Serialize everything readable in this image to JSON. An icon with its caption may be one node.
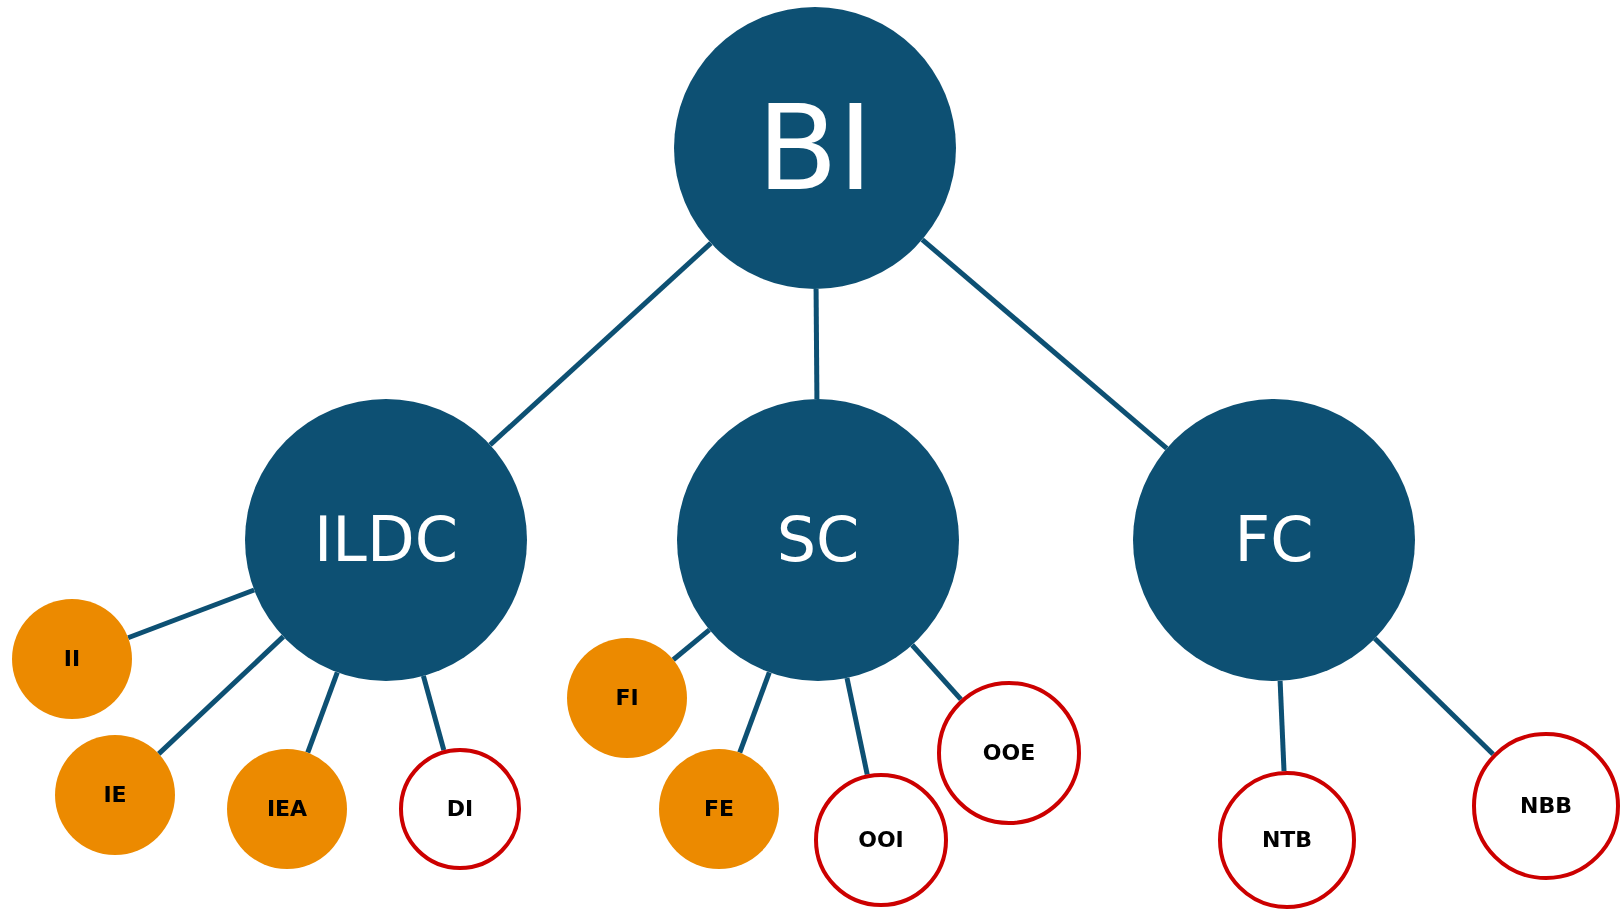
{
  "diagram": {
    "nodes": [
      {
        "text": [
          "BI"
        ]
      },
      {
        "text": [
          "ILDC"
        ]
      },
      {
        "text": [
          "SC"
        ]
      },
      {
        "text": [
          "FC"
        ]
      },
      {
        "text": [
          "II"
        ]
      },
      {
        "text": [
          "IE"
        ]
      },
      {
        "text": [
          "IEA"
        ]
      },
      {
        "text": [
          "DI"
        ]
      },
      {
        "text": [
          "FI"
        ]
      },
      {
        "text": [
          "FE"
        ]
      },
      {
        "text": [
          "OOI"
        ]
      },
      {
        "text": [
          "OOE"
        ]
      },
      {
        "text": [
          "NTB"
        ]
      },
      {
        "text": [
          "NBB"
        ]
      }
    ],
    "edges": [
      {
        "from": 0,
        "to": 1,
        "arrow": "none"
      },
      {
        "from": 0,
        "to": 2,
        "arrow": "none"
      },
      {
        "from": 0,
        "to": 3,
        "arrow": "none"
      },
      {
        "from": 1,
        "to": 4,
        "arrow": "none"
      },
      {
        "from": 1,
        "to": 5,
        "arrow": "none"
      },
      {
        "from": 1,
        "to": 6,
        "arrow": "none"
      },
      {
        "from": 1,
        "to": 7,
        "arrow": "none"
      },
      {
        "from": 2,
        "to": 8,
        "arrow": "none"
      },
      {
        "from": 2,
        "to": 9,
        "arrow": "none"
      },
      {
        "from": 2,
        "to": 10,
        "arrow": "none"
      },
      {
        "from": 2,
        "to": 11,
        "arrow": "none"
      },
      {
        "from": 3,
        "to": 12,
        "arrow": "none"
      },
      {
        "from": 3,
        "to": 13,
        "arrow": "none"
      }
    ]
  }
}
